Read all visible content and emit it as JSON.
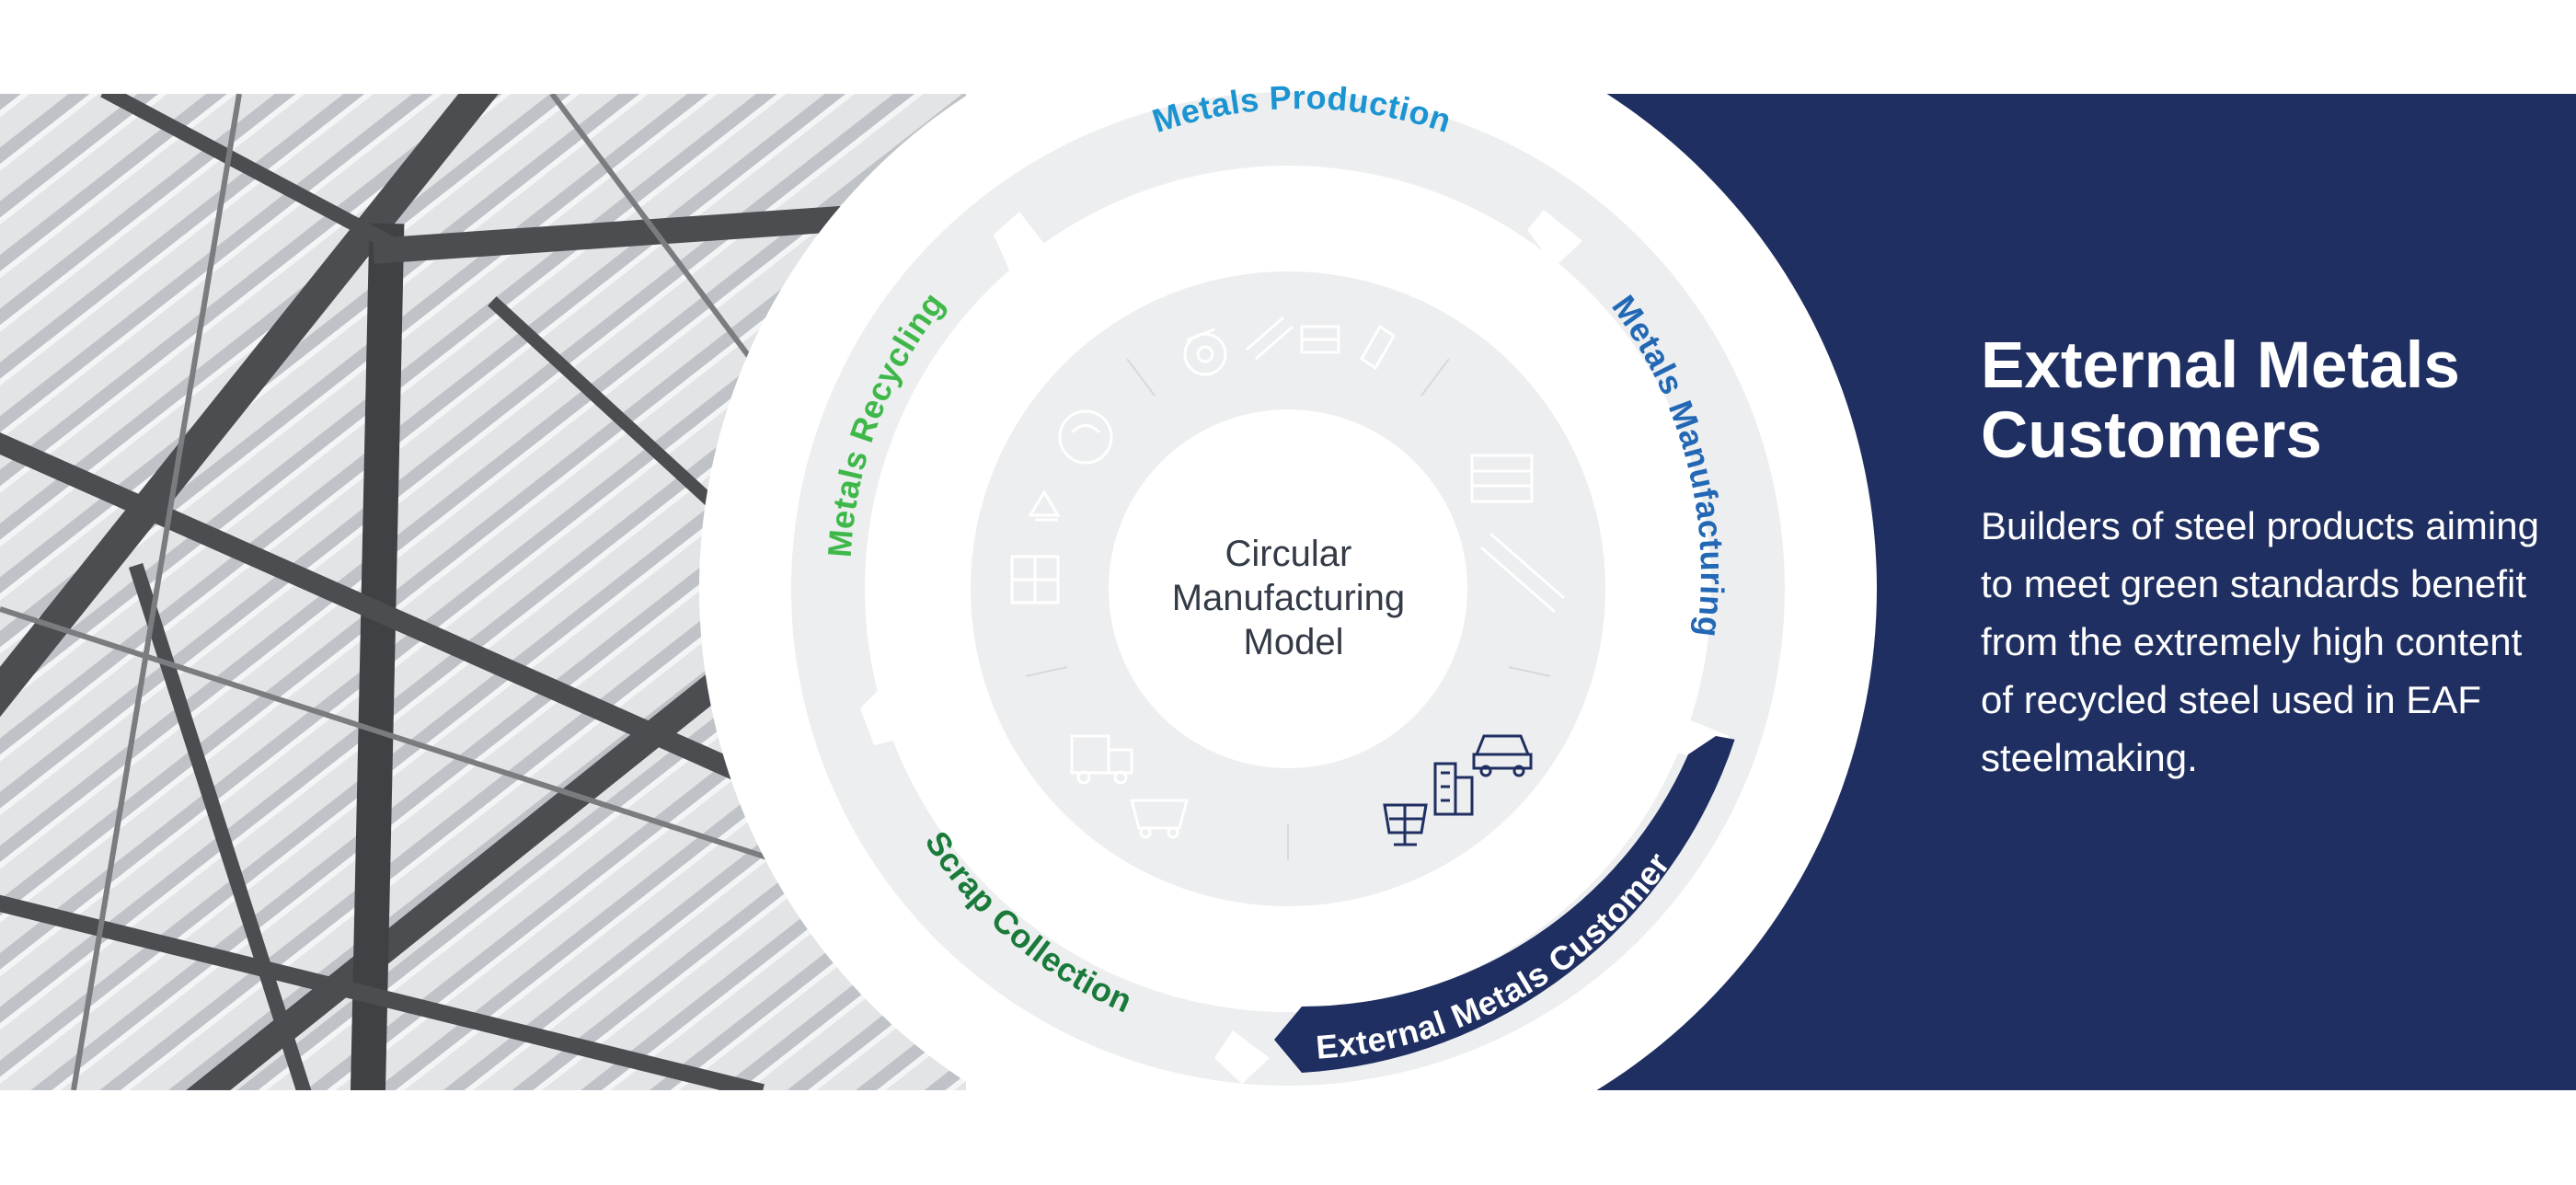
{
  "diagram": {
    "center_label": [
      "Circular",
      "Manufacturing",
      "Model"
    ],
    "stages": [
      {
        "id": "production",
        "label": "Metals Production",
        "color": "#1b94d1"
      },
      {
        "id": "manufacturing",
        "label": "Metals Manufacturing",
        "color": "#2368b5"
      },
      {
        "id": "customers",
        "label": "External Metals Customers",
        "color": "#ffffff",
        "active": true
      },
      {
        "id": "collection",
        "label": "Scrap Collection",
        "color": "#1a7a3a"
      },
      {
        "id": "recycling",
        "label": "Metals Recycling",
        "color": "#3fb84a"
      }
    ],
    "active_fill": "#1f2f61",
    "ring_fill": "#eceeef"
  },
  "info": {
    "title": "External Metals Customers",
    "body": "Builders of steel products aiming to meet green standards benefit from the extremely high content of recycled steel used in EAF steelmaking."
  },
  "icons": [
    "steel-coil-icon",
    "steel-beam-icon",
    "steel-sheets-icon",
    "steel-rebar-icon",
    "car-icon",
    "building-icon",
    "solar-panel-icon",
    "truck-icon",
    "scrap-cart-icon",
    "scrap-bale-icon",
    "recycle-icon",
    "recycle-globe-icon"
  ]
}
